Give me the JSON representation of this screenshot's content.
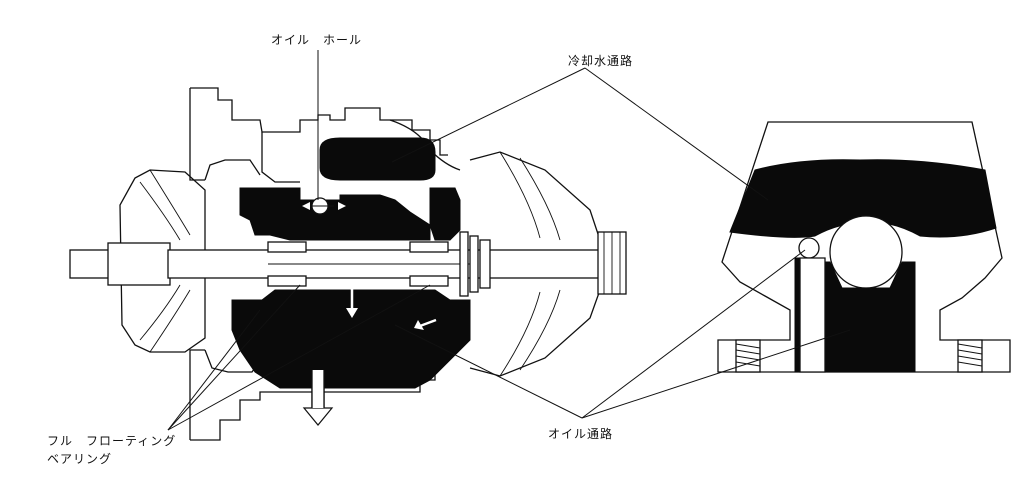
{
  "labels": {
    "oil_hole": "オイル　ホール",
    "cooling_water_passage": "冷却水通路",
    "full_floating_bearing_line1": "フル　フローティング",
    "full_floating_bearing_line2": "ベアリング",
    "oil_passage": "オイル通路"
  }
}
